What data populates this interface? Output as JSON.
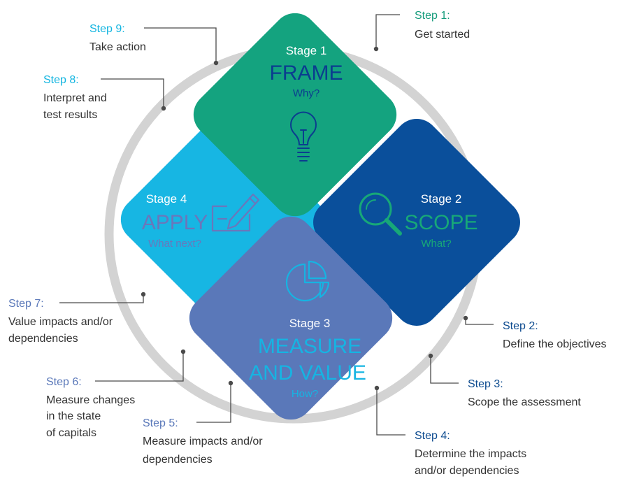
{
  "colors": {
    "ring": "#d3d3d3",
    "connector": "#4a4a4a",
    "body_text": "#333333",
    "frame_fill": "#14a37f",
    "scope_fill": "#0a4f9b",
    "measure_fill": "#5a78b9",
    "apply_fill": "#17b6e3",
    "step_teal": "#169c7c",
    "step_cyan": "#13b5e0",
    "step_navy": "#0d4b8f",
    "step_slate": "#5a78b9",
    "frame_accent": "#0b3d8f",
    "scope_accent": "#17a878",
    "measure_accent": "#16b4e2",
    "apply_accent": "#6a77bb"
  },
  "stages": {
    "frame": {
      "stage": "Stage 1",
      "name": "FRAME",
      "question": "Why?",
      "icon": "lightbulb-icon"
    },
    "scope": {
      "stage": "Stage 2",
      "name": "SCOPE",
      "question": "What?",
      "icon": "magnifier-icon"
    },
    "measure": {
      "stage": "Stage 3",
      "name_line1": "MEASURE",
      "name_line2": "AND VALUE",
      "question": "How?",
      "icon": "pie-chart-icon"
    },
    "apply": {
      "stage": "Stage 4",
      "name": "APPLY",
      "question": "What next?",
      "icon": "pencil-form-icon"
    }
  },
  "steps": {
    "s1": {
      "label": "Step 1:",
      "lines": [
        "Get started"
      ]
    },
    "s2": {
      "label": "Step 2:",
      "lines": [
        "Define the objectives"
      ]
    },
    "s3": {
      "label": "Step 3:",
      "lines": [
        "Scope the assessment"
      ]
    },
    "s4": {
      "label": "Step 4:",
      "lines": [
        "Determine the impacts",
        "and/or dependencies"
      ]
    },
    "s5": {
      "label": "Step 5:",
      "lines": [
        "Measure impacts and/or",
        "dependencies"
      ]
    },
    "s6": {
      "label": "Step 6:",
      "lines": [
        "Measure changes",
        "in the state",
        "of capitals"
      ]
    },
    "s7": {
      "label": "Step 7:",
      "lines": [
        "Value impacts and/or",
        "dependencies"
      ]
    },
    "s8": {
      "label": "Step 8:",
      "lines": [
        "Interpret and",
        "test results"
      ]
    },
    "s9": {
      "label": "Step 9:",
      "lines": [
        "Take action"
      ]
    }
  }
}
